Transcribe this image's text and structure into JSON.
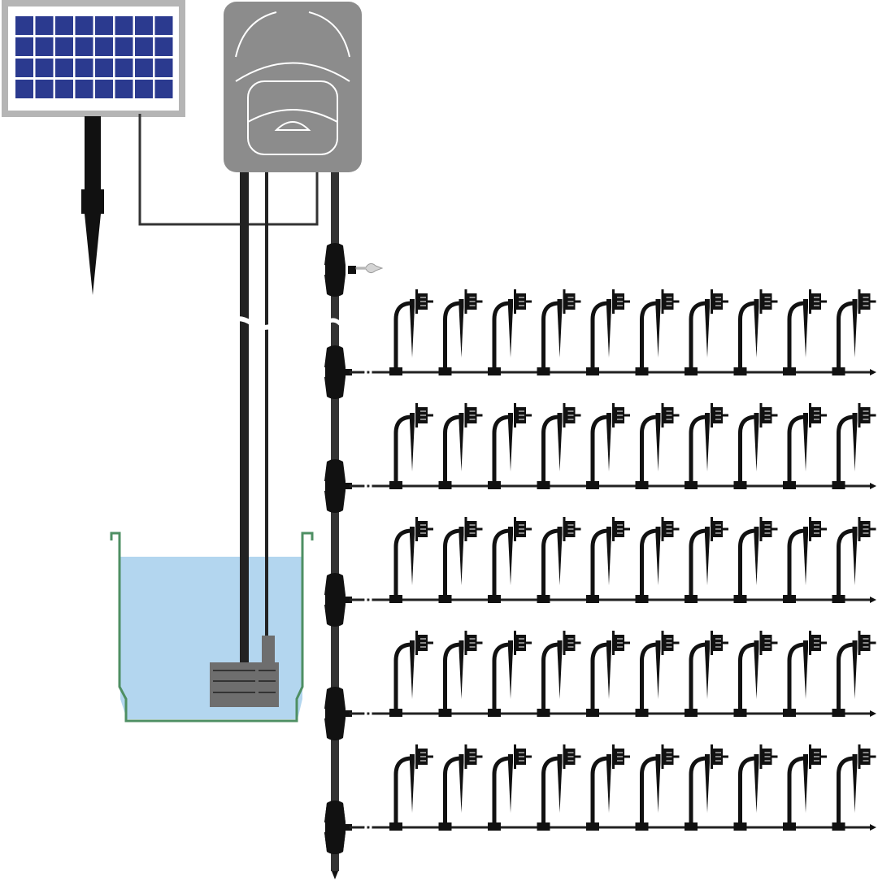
{
  "diagram": {
    "components": [
      "solar-panel",
      "controller-box",
      "water-bucket",
      "submersible-pump",
      "main-supply-pipe",
      "drip-lines",
      "drippers"
    ],
    "drip_rows": 5,
    "drippers_per_row": 10
  },
  "colors": {
    "panel_cell": "#2b3a8f",
    "panel_frame": "#b5b5b5",
    "controller": "#8c8c8c",
    "pipe": "#1a1a1a",
    "water": "#b3d6ef",
    "bucket_outline": "#4e8f63",
    "pump": "#6e6e6e",
    "valve": "#d4d4d4"
  }
}
